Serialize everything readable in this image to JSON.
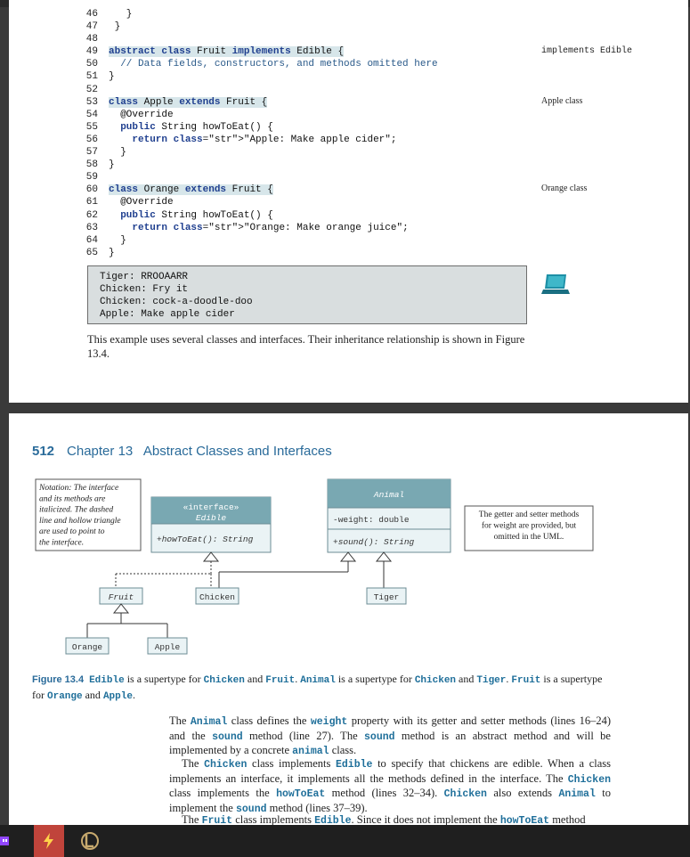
{
  "code": [
    {
      "n": "46",
      "t": "   }"
    },
    {
      "n": "47",
      "t": " }"
    },
    {
      "n": "48",
      "t": ""
    },
    {
      "n": "49",
      "t": "abstract class Fruit implements Edible {"
    },
    {
      "n": "50",
      "t": "  // Data fields, constructors, and methods omitted here"
    },
    {
      "n": "51",
      "t": "}"
    },
    {
      "n": "52",
      "t": ""
    },
    {
      "n": "53",
      "t": "class Apple extends Fruit {"
    },
    {
      "n": "54",
      "t": "  @Override"
    },
    {
      "n": "55",
      "t": "  public String howToEat() {"
    },
    {
      "n": "56",
      "t": "    return \"Apple: Make apple cider\";"
    },
    {
      "n": "57",
      "t": "  }"
    },
    {
      "n": "58",
      "t": "}"
    },
    {
      "n": "59",
      "t": ""
    },
    {
      "n": "60",
      "t": "class Orange extends Fruit {"
    },
    {
      "n": "61",
      "t": "  @Override"
    },
    {
      "n": "62",
      "t": "  public String howToEat() {"
    },
    {
      "n": "63",
      "t": "    return \"Orange: Make orange juice\";"
    },
    {
      "n": "64",
      "t": "  }"
    },
    {
      "n": "65",
      "t": "}"
    }
  ],
  "margin_notes": {
    "implements": "implements Edible",
    "apple": "Apple class",
    "orange": "Orange class"
  },
  "output_lines": [
    "Tiger: RROOAARR",
    "Chicken: Fry it",
    "Chicken: cock-a-doodle-doo",
    "Apple: Make apple cider"
  ],
  "para1": "This example uses several classes and interfaces. Their inheritance relationship is shown in Figure 13.4.",
  "chapter": {
    "number": "512",
    "title": "Chapter 13   Abstract Classes and Interfaces"
  },
  "uml": {
    "notation_note": [
      "Notation: The interface",
      "and its methods are",
      "italicized. The dashed",
      "line and hollow triangle",
      "are used to point to",
      "the interface."
    ],
    "edible": {
      "stereo": "«interface»",
      "name": "Edible",
      "method": "+howToEat(): String"
    },
    "animal": {
      "name": "Animal",
      "field": "-weight: double",
      "method": "+sound(): String"
    },
    "getter_note": [
      "The getter and setter methods",
      "for weight are provided, but",
      "omitted in the UML."
    ],
    "fruit": "Fruit",
    "chicken": "Chicken",
    "tiger": "Tiger",
    "orange": "Orange",
    "apple": "Apple"
  },
  "caption": {
    "label": "Figure 13.4",
    "parts": [
      {
        "m": true,
        "t": "Edible"
      },
      {
        "m": false,
        "t": " is a supertype for "
      },
      {
        "m": true,
        "t": "Chicken"
      },
      {
        "m": false,
        "t": " and "
      },
      {
        "m": true,
        "t": "Fruit"
      },
      {
        "m": false,
        "t": ". "
      },
      {
        "m": true,
        "t": "Animal"
      },
      {
        "m": false,
        "t": " is a supertype for "
      },
      {
        "m": true,
        "t": "Chicken"
      },
      {
        "m": false,
        "t": " and "
      },
      {
        "m": true,
        "t": "Tiger"
      },
      {
        "m": false,
        "t": ". "
      },
      {
        "m": true,
        "t": "Fruit"
      },
      {
        "m": false,
        "t": " is a supertype for "
      },
      {
        "m": true,
        "t": "Orange"
      },
      {
        "m": false,
        "t": " and "
      },
      {
        "m": true,
        "t": "Apple"
      },
      {
        "m": false,
        "t": "."
      }
    ]
  },
  "para2": [
    {
      "m": false,
      "t": "The "
    },
    {
      "m": true,
      "t": "Animal"
    },
    {
      "m": false,
      "t": " class defines the "
    },
    {
      "m": true,
      "t": "weight"
    },
    {
      "m": false,
      "t": " property with its getter and setter methods (lines 16–24) and the "
    },
    {
      "m": true,
      "t": "sound"
    },
    {
      "m": false,
      "t": " method (line 27). The "
    },
    {
      "m": true,
      "t": "sound"
    },
    {
      "m": false,
      "t": " method is an abstract method and will be implemented by a concrete "
    },
    {
      "m": true,
      "t": "animal"
    },
    {
      "m": false,
      "t": " class."
    }
  ],
  "para3": [
    {
      "m": false,
      "t": "The "
    },
    {
      "m": true,
      "t": "Chicken"
    },
    {
      "m": false,
      "t": " class implements "
    },
    {
      "m": true,
      "t": "Edible"
    },
    {
      "m": false,
      "t": " to specify that chickens are edible. When a class implements an interface, it implements all the methods defined in the interface. The "
    },
    {
      "m": true,
      "t": "Chicken"
    },
    {
      "m": false,
      "t": " class implements the "
    },
    {
      "m": true,
      "t": "howToEat"
    },
    {
      "m": false,
      "t": " method (lines 32–34). "
    },
    {
      "m": true,
      "t": "Chicken"
    },
    {
      "m": false,
      "t": " also extends "
    },
    {
      "m": true,
      "t": "Animal"
    },
    {
      "m": false,
      "t": " to implement the "
    },
    {
      "m": true,
      "t": "sound"
    },
    {
      "m": false,
      "t": " method (lines 37–39)."
    }
  ],
  "para4": [
    {
      "m": false,
      "t": "The "
    },
    {
      "m": true,
      "t": "Fruit"
    },
    {
      "m": false,
      "t": " class implements "
    },
    {
      "m": true,
      "t": "Edible"
    },
    {
      "m": false,
      "t": ". Since it does not implement the "
    },
    {
      "m": true,
      "t": "howToEat"
    },
    {
      "m": false,
      "t": " method"
    }
  ],
  "taskbar": [
    "twitch-icon",
    "lightning-icon",
    "league-icon"
  ]
}
